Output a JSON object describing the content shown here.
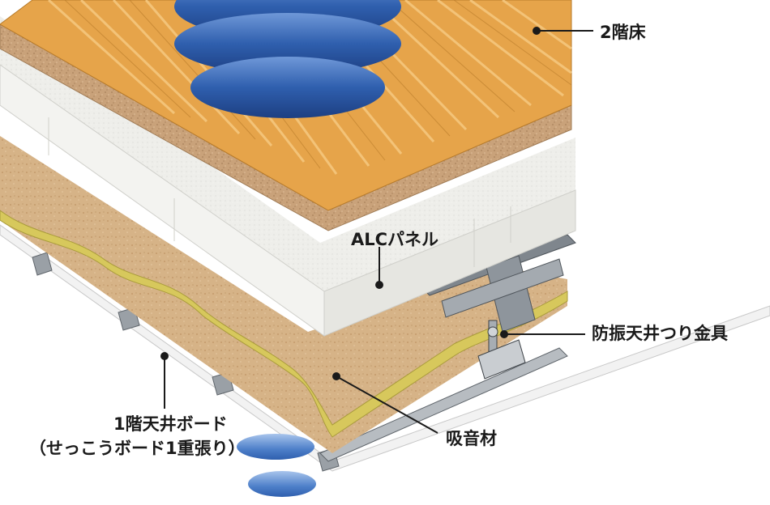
{
  "labels": {
    "floor_2f": "2階床",
    "alc_panel": "ALCパネル",
    "anti_vibration_hanger": "防振天井つり金具",
    "sound_absorber": "吸音材",
    "ceiling_1f": "1階天井ボード",
    "ceiling_1f_detail": "（せっこうボード1重張り）"
  },
  "colors": {
    "wood_floor": "#e6a44a",
    "wood_grain": "#f5c77e",
    "particle_board": "#c8a27a",
    "alc_panel": "#f1f1ee",
    "sound_absorber": "#d9b98c",
    "glass_wool": "#d8c95a",
    "ceiling_board": "#f4f4f4",
    "steel": "#8d9299",
    "sound_wave": "#2f5fae",
    "leader_line": "#1a1a1a"
  },
  "icons": {
    "sound_wave_upper": "sound-wave-icon",
    "sound_wave_lower": "sound-wave-icon"
  }
}
